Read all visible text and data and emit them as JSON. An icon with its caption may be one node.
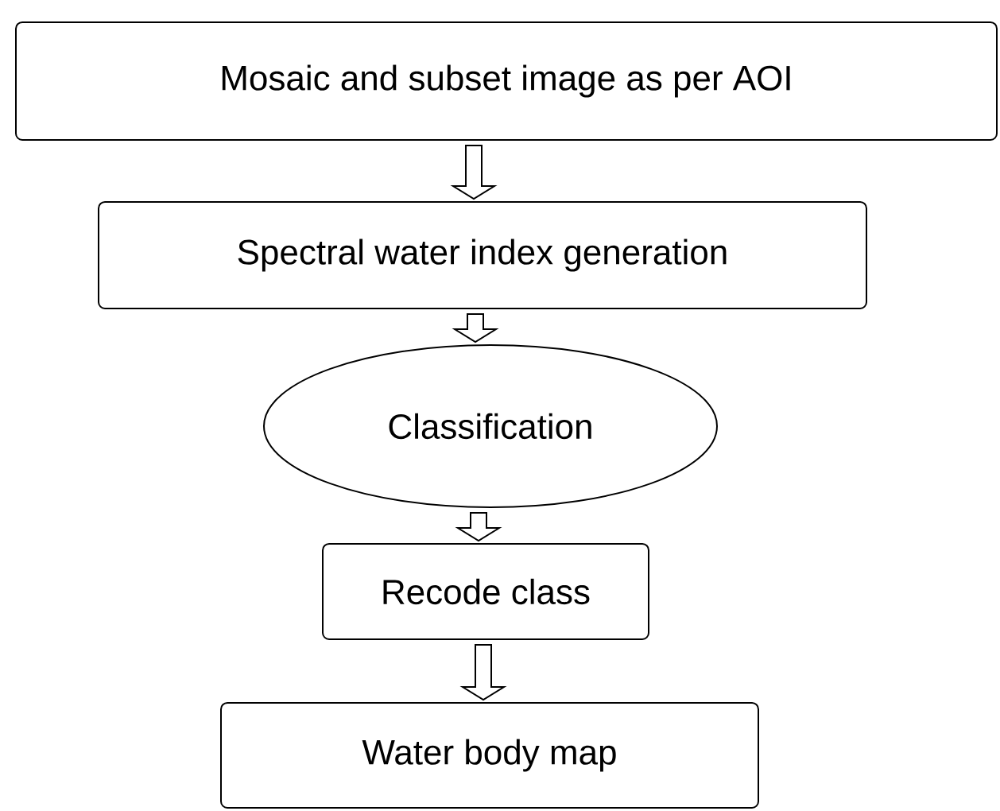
{
  "diagram": {
    "nodes": [
      {
        "text": [
          "Mosaic and subset image as per AOI"
        ]
      },
      {
        "text": [
          "Spectral water index generation"
        ]
      },
      {
        "text": [
          "Classification"
        ]
      },
      {
        "text": [
          "Recode class"
        ]
      },
      {
        "text": [
          "Water body map"
        ]
      }
    ],
    "edges": [
      {
        "from": 0,
        "to": 1,
        "arrow": "to"
      },
      {
        "from": 1,
        "to": 2,
        "arrow": "to"
      },
      {
        "from": 2,
        "to": 3,
        "arrow": "to"
      },
      {
        "from": 3,
        "to": 4,
        "arrow": "to"
      }
    ]
  }
}
